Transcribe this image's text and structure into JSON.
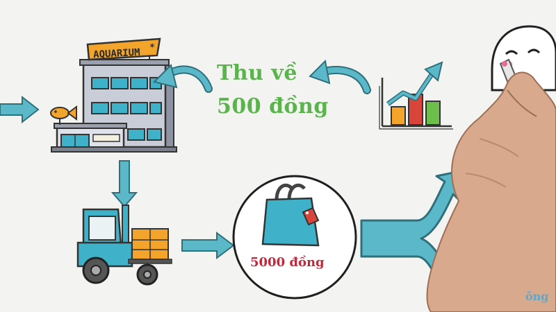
{
  "building": {
    "sign_text": "AQUARIUM"
  },
  "labels": {
    "revenue_line1": "Thu về",
    "revenue_line2": "500 đồng",
    "bag_price": "5000 đồng",
    "corner_text": "ông"
  },
  "colors": {
    "arrow": "#5bb8c8",
    "arrow_stroke": "#2f6f7a",
    "green_text": "#59b44b",
    "red_text": "#c4283a",
    "sign_orange": "#f3a52b",
    "building": "#c9cdd8",
    "window": "#3fb2c9"
  }
}
